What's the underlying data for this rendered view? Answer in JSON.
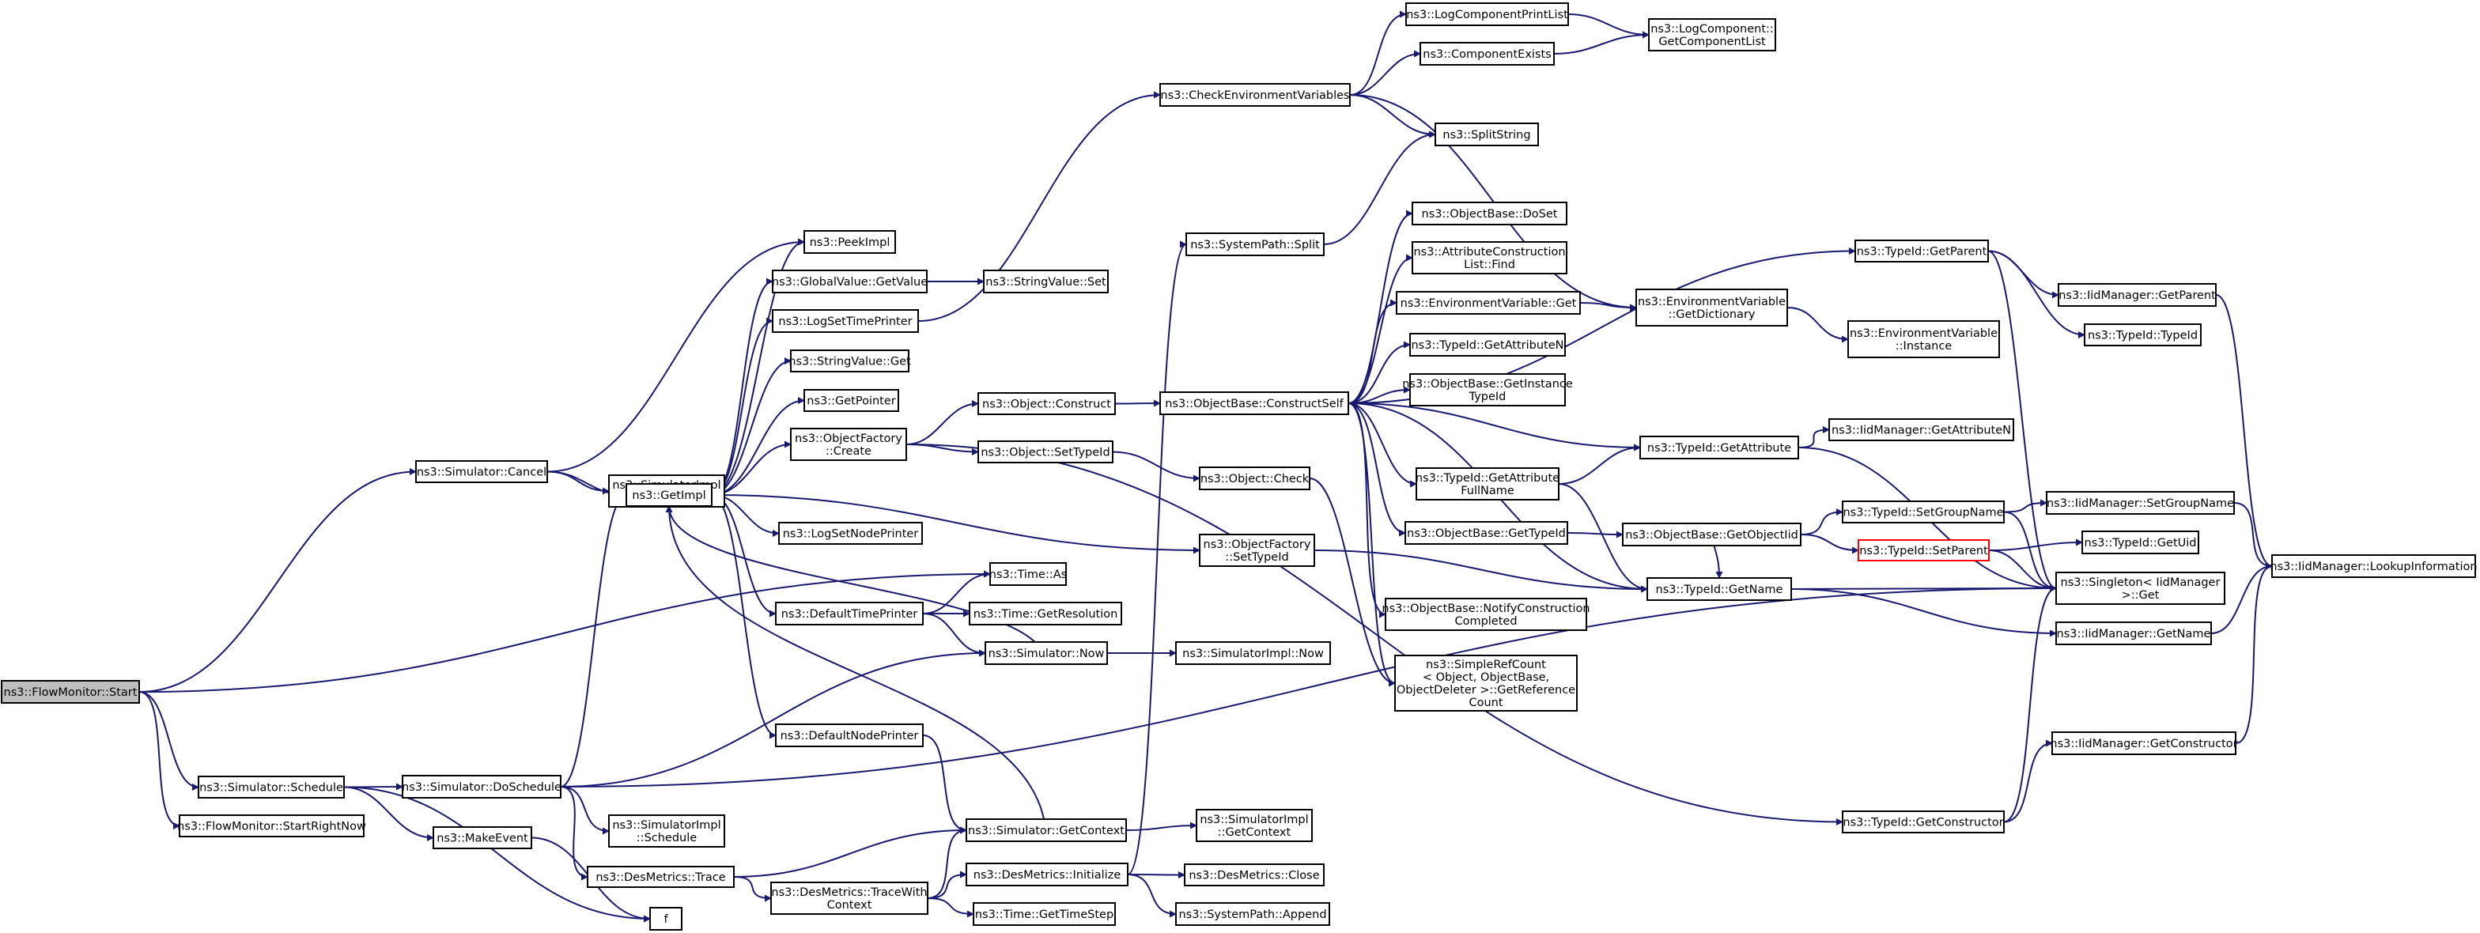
{
  "diagram": {
    "type": "call-graph",
    "colors": {
      "edge": "#191970",
      "node_border": "#000000",
      "root_fill": "#bfbfbf",
      "highlight_border": "#ff0000"
    },
    "nodes": [
      {
        "id": "fm_start",
        "lines": [
          "ns3::FlowMonitor::Start"
        ],
        "root": true
      },
      {
        "id": "sim_cancel",
        "lines": [
          "ns3::Simulator::Cancel"
        ]
      },
      {
        "id": "sim_schedule",
        "lines": [
          "ns3::Simulator::Schedule"
        ]
      },
      {
        "id": "fm_startrightnow",
        "lines": [
          "ns3::FlowMonitor::StartRightNow"
        ]
      },
      {
        "id": "simimpl_cancel",
        "lines": [
          "ns3::SimulatorImpl",
          "::Cancel"
        ]
      },
      {
        "id": "getimpl",
        "lines": [
          "ns3::GetImpl"
        ]
      },
      {
        "id": "sim_doschedule",
        "lines": [
          "ns3::Simulator::DoSchedule"
        ]
      },
      {
        "id": "makeevent",
        "lines": [
          "ns3::MakeEvent"
        ]
      },
      {
        "id": "simimpl_schedule",
        "lines": [
          "ns3::SimulatorImpl",
          "::Schedule"
        ]
      },
      {
        "id": "des_trace",
        "lines": [
          "ns3::DesMetrics::Trace"
        ]
      },
      {
        "id": "f",
        "lines": [
          "f"
        ]
      },
      {
        "id": "peekimpl",
        "lines": [
          "ns3::PeekImpl"
        ]
      },
      {
        "id": "gv_getvalue",
        "lines": [
          "ns3::GlobalValue::GetValue"
        ]
      },
      {
        "id": "logsettimeprinter",
        "lines": [
          "ns3::LogSetTimePrinter"
        ]
      },
      {
        "id": "sv_get",
        "lines": [
          "ns3::StringValue::Get"
        ]
      },
      {
        "id": "getpointer",
        "lines": [
          "ns3::GetPointer"
        ]
      },
      {
        "id": "of_create",
        "lines": [
          "ns3::ObjectFactory",
          "::Create"
        ]
      },
      {
        "id": "logsetnodeprinter",
        "lines": [
          "ns3::LogSetNodePrinter"
        ]
      },
      {
        "id": "time_as",
        "lines": [
          "ns3::Time::As"
        ]
      },
      {
        "id": "defaulttimeprinter",
        "lines": [
          "ns3::DefaultTimePrinter"
        ]
      },
      {
        "id": "sim_now",
        "lines": [
          "ns3::Simulator::Now"
        ]
      },
      {
        "id": "defaultnodeprinter",
        "lines": [
          "ns3::DefaultNodePrinter"
        ]
      },
      {
        "id": "sim_getcontext",
        "lines": [
          "ns3::Simulator::GetContext"
        ]
      },
      {
        "id": "des_tracewithcontext",
        "lines": [
          "ns3::DesMetrics::TraceWith",
          "Context"
        ]
      },
      {
        "id": "des_initialize",
        "lines": [
          "ns3::DesMetrics::Initialize"
        ]
      },
      {
        "id": "time_gettimestep",
        "lines": [
          "ns3::Time::GetTimeStep"
        ]
      },
      {
        "id": "sv_set",
        "lines": [
          "ns3::StringValue::Set"
        ]
      },
      {
        "id": "obj_construct",
        "lines": [
          "ns3::Object::Construct"
        ]
      },
      {
        "id": "obj_settypeid",
        "lines": [
          "ns3::Object::SetTypeId"
        ]
      },
      {
        "id": "of_settypeid",
        "lines": [
          "ns3::ObjectFactory",
          "::SetTypeId"
        ]
      },
      {
        "id": "time_getresolution",
        "lines": [
          "ns3::Time::GetResolution"
        ]
      },
      {
        "id": "checkenv",
        "lines": [
          "ns3::CheckEnvironmentVariables"
        ]
      },
      {
        "id": "syspath_split",
        "lines": [
          "ns3::SystemPath::Split"
        ]
      },
      {
        "id": "ob_constructself",
        "lines": [
          "ns3::ObjectBase::ConstructSelf"
        ]
      },
      {
        "id": "obj_check",
        "lines": [
          "ns3::Object::Check"
        ]
      },
      {
        "id": "simimpl_now",
        "lines": [
          "ns3::SimulatorImpl::Now"
        ]
      },
      {
        "id": "simimpl_getcontext",
        "lines": [
          "ns3::SimulatorImpl",
          "::GetContext"
        ]
      },
      {
        "id": "des_close",
        "lines": [
          "ns3::DesMetrics::Close"
        ]
      },
      {
        "id": "syspath_append",
        "lines": [
          "ns3::SystemPath::Append"
        ]
      },
      {
        "id": "logcompprintlist",
        "lines": [
          "ns3::LogComponentPrintList"
        ]
      },
      {
        "id": "componentexists",
        "lines": [
          "ns3::ComponentExists"
        ]
      },
      {
        "id": "splitstring",
        "lines": [
          "ns3::SplitString"
        ]
      },
      {
        "id": "ob_doset",
        "lines": [
          "ns3::ObjectBase::DoSet"
        ]
      },
      {
        "id": "attrconstr_find",
        "lines": [
          "ns3::AttributeConstruction",
          "List::Find"
        ]
      },
      {
        "id": "envvar_get",
        "lines": [
          "ns3::EnvironmentVariable::Get"
        ]
      },
      {
        "id": "tid_getattributen",
        "lines": [
          "ns3::TypeId::GetAttributeN"
        ]
      },
      {
        "id": "ob_getinstancetypeid",
        "lines": [
          "ns3::ObjectBase::GetInstance",
          "TypeId"
        ]
      },
      {
        "id": "tid_getattrfullname",
        "lines": [
          "ns3::TypeId::GetAttribute",
          "FullName"
        ]
      },
      {
        "id": "ob_gettypeid",
        "lines": [
          "ns3::ObjectBase::GetTypeId"
        ]
      },
      {
        "id": "ob_notifyconstruction",
        "lines": [
          "ns3::ObjectBase::NotifyConstruction",
          "Completed"
        ]
      },
      {
        "id": "simplerefcount",
        "lines": [
          "ns3::SimpleRefCount",
          "< Object, ObjectBase,",
          "ObjectDeleter >::GetReference",
          "Count"
        ]
      },
      {
        "id": "logcomp_getlist",
        "lines": [
          "ns3::LogComponent::",
          "GetComponentList"
        ]
      },
      {
        "id": "envvar_getdict",
        "lines": [
          "ns3::EnvironmentVariable",
          "::GetDictionary"
        ]
      },
      {
        "id": "tid_getattribute",
        "lines": [
          "ns3::TypeId::GetAttribute"
        ]
      },
      {
        "id": "ob_getobjectiid",
        "lines": [
          "ns3::ObjectBase::GetObjectIid"
        ]
      },
      {
        "id": "tid_getname",
        "lines": [
          "ns3::TypeId::GetName"
        ]
      },
      {
        "id": "tid_getparent",
        "lines": [
          "ns3::TypeId::GetParent"
        ]
      },
      {
        "id": "envvar_instance",
        "lines": [
          "ns3::EnvironmentVariable",
          "::Instance"
        ]
      },
      {
        "id": "iid_getattributen",
        "lines": [
          "ns3::IidManager::GetAttributeN"
        ]
      },
      {
        "id": "tid_setgroupname",
        "lines": [
          "ns3::TypeId::SetGroupName"
        ]
      },
      {
        "id": "tid_setparent",
        "lines": [
          "ns3::TypeId::SetParent"
        ],
        "highlight": true
      },
      {
        "id": "tid_getconstructor",
        "lines": [
          "ns3::TypeId::GetConstructor"
        ]
      },
      {
        "id": "iid_getparent",
        "lines": [
          "ns3::IidManager::GetParent"
        ]
      },
      {
        "id": "tid_typeid",
        "lines": [
          "ns3::TypeId::TypeId"
        ]
      },
      {
        "id": "iid_setgroupname",
        "lines": [
          "ns3::IidManager::SetGroupName"
        ]
      },
      {
        "id": "tid_getuid",
        "lines": [
          "ns3::TypeId::GetUid"
        ]
      },
      {
        "id": "singleton_get",
        "lines": [
          "ns3::Singleton< IidManager",
          ">::Get"
        ]
      },
      {
        "id": "iid_getname",
        "lines": [
          "ns3::IidManager::GetName"
        ]
      },
      {
        "id": "iid_getconstructor",
        "lines": [
          "ns3::IidManager::GetConstructor"
        ]
      },
      {
        "id": "iid_lookupinfo",
        "lines": [
          "ns3::IidManager::LookupInformation"
        ]
      }
    ],
    "edges": [
      [
        "fm_start",
        "sim_cancel"
      ],
      [
        "fm_start",
        "time_as"
      ],
      [
        "fm_start",
        "sim_schedule"
      ],
      [
        "fm_start",
        "fm_startrightnow"
      ],
      [
        "sim_cancel",
        "peekimpl"
      ],
      [
        "sim_cancel",
        "simimpl_cancel"
      ],
      [
        "sim_cancel",
        "getimpl"
      ],
      [
        "sim_schedule",
        "sim_doschedule"
      ],
      [
        "sim_schedule",
        "makeevent"
      ],
      [
        "sim_schedule",
        "f"
      ],
      [
        "sim_doschedule",
        "getimpl"
      ],
      [
        "sim_doschedule",
        "sim_now"
      ],
      [
        "sim_doschedule",
        "singleton_get"
      ],
      [
        "sim_doschedule",
        "simimpl_schedule"
      ],
      [
        "sim_doschedule",
        "des_trace"
      ],
      [
        "makeevent",
        "f"
      ],
      [
        "des_trace",
        "sim_getcontext"
      ],
      [
        "des_trace",
        "des_tracewithcontext"
      ],
      [
        "des_tracewithcontext",
        "sim_getcontext"
      ],
      [
        "des_tracewithcontext",
        "des_initialize"
      ],
      [
        "des_tracewithcontext",
        "time_gettimestep"
      ],
      [
        "getimpl",
        "peekimpl"
      ],
      [
        "getimpl",
        "gv_getvalue"
      ],
      [
        "getimpl",
        "logsettimeprinter"
      ],
      [
        "getimpl",
        "sv_get"
      ],
      [
        "getimpl",
        "getpointer"
      ],
      [
        "getimpl",
        "of_create"
      ],
      [
        "getimpl",
        "logsetnodeprinter"
      ],
      [
        "getimpl",
        "defaulttimeprinter"
      ],
      [
        "getimpl",
        "defaultnodeprinter"
      ],
      [
        "getimpl",
        "of_settypeid"
      ],
      [
        "sim_now",
        "getimpl"
      ],
      [
        "sim_now",
        "simimpl_now"
      ],
      [
        "sim_getcontext",
        "getimpl"
      ],
      [
        "sim_getcontext",
        "simimpl_getcontext"
      ],
      [
        "defaulttimeprinter",
        "time_as"
      ],
      [
        "defaulttimeprinter",
        "time_getresolution"
      ],
      [
        "defaulttimeprinter",
        "sim_now"
      ],
      [
        "defaultnodeprinter",
        "sim_getcontext"
      ],
      [
        "gv_getvalue",
        "sv_set"
      ],
      [
        "logsettimeprinter",
        "checkenv"
      ],
      [
        "of_create",
        "obj_construct"
      ],
      [
        "of_create",
        "obj_settypeid"
      ],
      [
        "of_create",
        "tid_getconstructor"
      ],
      [
        "obj_construct",
        "ob_constructself"
      ],
      [
        "obj_settypeid",
        "obj_check"
      ],
      [
        "obj_check",
        "simplerefcount"
      ],
      [
        "of_settypeid",
        "tid_getname"
      ],
      [
        "des_initialize",
        "syspath_split"
      ],
      [
        "des_initialize",
        "des_close"
      ],
      [
        "des_initialize",
        "syspath_append"
      ],
      [
        "syspath_split",
        "splitstring"
      ],
      [
        "checkenv",
        "logcompprintlist"
      ],
      [
        "checkenv",
        "componentexists"
      ],
      [
        "checkenv",
        "splitstring"
      ],
      [
        "checkenv",
        "envvar_getdict"
      ],
      [
        "logcompprintlist",
        "logcomp_getlist"
      ],
      [
        "componentexists",
        "logcomp_getlist"
      ],
      [
        "ob_constructself",
        "ob_doset"
      ],
      [
        "ob_constructself",
        "attrconstr_find"
      ],
      [
        "ob_constructself",
        "envvar_get"
      ],
      [
        "ob_constructself",
        "tid_getattributen"
      ],
      [
        "ob_constructself",
        "ob_getinstancetypeid"
      ],
      [
        "ob_constructself",
        "tid_getattrfullname"
      ],
      [
        "ob_constructself",
        "ob_gettypeid"
      ],
      [
        "ob_constructself",
        "ob_notifyconstruction"
      ],
      [
        "ob_constructself",
        "simplerefcount"
      ],
      [
        "ob_constructself",
        "tid_getattribute"
      ],
      [
        "ob_constructself",
        "tid_getname"
      ],
      [
        "ob_constructself",
        "tid_getparent"
      ],
      [
        "envvar_get",
        "envvar_getdict"
      ],
      [
        "envvar_getdict",
        "envvar_instance"
      ],
      [
        "tid_getattrfullname",
        "tid_getattribute"
      ],
      [
        "tid_getattrfullname",
        "tid_getname"
      ],
      [
        "ob_gettypeid",
        "ob_getobjectiid"
      ],
      [
        "ob_getobjectiid",
        "tid_getname"
      ],
      [
        "ob_getobjectiid",
        "tid_setgroupname"
      ],
      [
        "ob_getobjectiid",
        "tid_setparent"
      ],
      [
        "tid_getattribute",
        "iid_getattributen"
      ],
      [
        "tid_getattribute",
        "singleton_get"
      ],
      [
        "tid_getname",
        "singleton_get"
      ],
      [
        "tid_getname",
        "iid_getname"
      ],
      [
        "tid_getparent",
        "iid_getparent"
      ],
      [
        "tid_getparent",
        "tid_typeid"
      ],
      [
        "tid_getparent",
        "singleton_get"
      ],
      [
        "tid_setgroupname",
        "iid_setgroupname"
      ],
      [
        "tid_setgroupname",
        "singleton_get"
      ],
      [
        "tid_setparent",
        "tid_getuid"
      ],
      [
        "tid_setparent",
        "singleton_get"
      ],
      [
        "tid_getconstructor",
        "iid_getconstructor"
      ],
      [
        "tid_getconstructor",
        "singleton_get"
      ],
      [
        "iid_getparent",
        "iid_lookupinfo"
      ],
      [
        "iid_setgroupname",
        "iid_lookupinfo"
      ],
      [
        "iid_getname",
        "iid_lookupinfo"
      ],
      [
        "iid_getconstructor",
        "iid_lookupinfo"
      ]
    ]
  }
}
